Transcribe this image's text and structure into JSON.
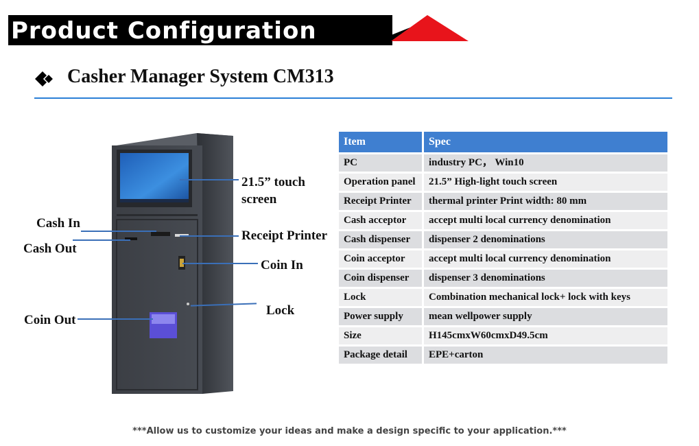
{
  "banner": {
    "title": "Product  Configuration"
  },
  "section": {
    "title": "Casher Manager  System CM313"
  },
  "callouts": {
    "touch_screen": "21.5” touch\nscreen",
    "cash_in": "Cash In",
    "cash_out": "Cash Out",
    "receipt_printer": "Receipt Printer",
    "coin_in": "Coin In",
    "lock": "Lock",
    "coin_out": "Coin Out"
  },
  "table": {
    "headers": [
      "Item",
      "Spec"
    ],
    "rows": [
      {
        "item": "PC",
        "spec": "industry  PC， Win10"
      },
      {
        "item": "Operation panel",
        "spec": "21.5” High-light touch screen"
      },
      {
        "item": "Receipt Printer",
        "spec": "thermal printer Print width: 80 mm"
      },
      {
        "item": "Cash acceptor",
        "spec": "accept multi local currency denomination"
      },
      {
        "item": "Cash dispenser",
        "spec": "dispenser 2 denominations"
      },
      {
        "item": "Coin acceptor",
        "spec": "accept  multi local currency denomination"
      },
      {
        "item": "Coin dispenser",
        "spec": "dispenser 3 denominations"
      },
      {
        "item": "Lock",
        "spec": "Combination mechanical lock+ lock with keys"
      },
      {
        "item": "Power supply",
        "spec": "mean wellpower supply"
      },
      {
        "item": "Size",
        "spec": "H145cmxW60cmxD49.5cm"
      },
      {
        "item": "Package detail",
        "spec": "EPE+carton"
      }
    ]
  },
  "footer": {
    "note": "***Allow us to customize your ideas and make a design specific to your application.***"
  },
  "colors": {
    "accent_blue": "#3f7fd0",
    "banner_red": "#e8141b",
    "banner_black": "#000000"
  }
}
